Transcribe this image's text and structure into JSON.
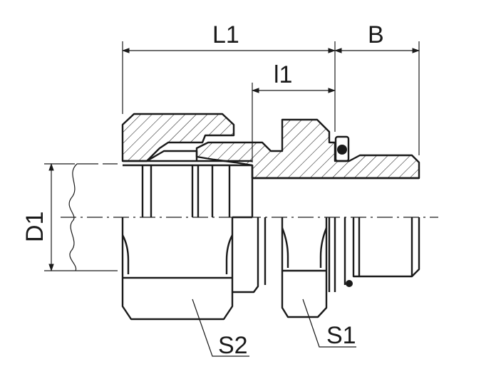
{
  "labels": {
    "L1": "L1",
    "B": "B",
    "l1": "l1",
    "D1": "D1",
    "S1": "S1",
    "S2": "S2"
  },
  "colors": {
    "line": "#1a1a1a",
    "background": "#ffffff"
  }
}
